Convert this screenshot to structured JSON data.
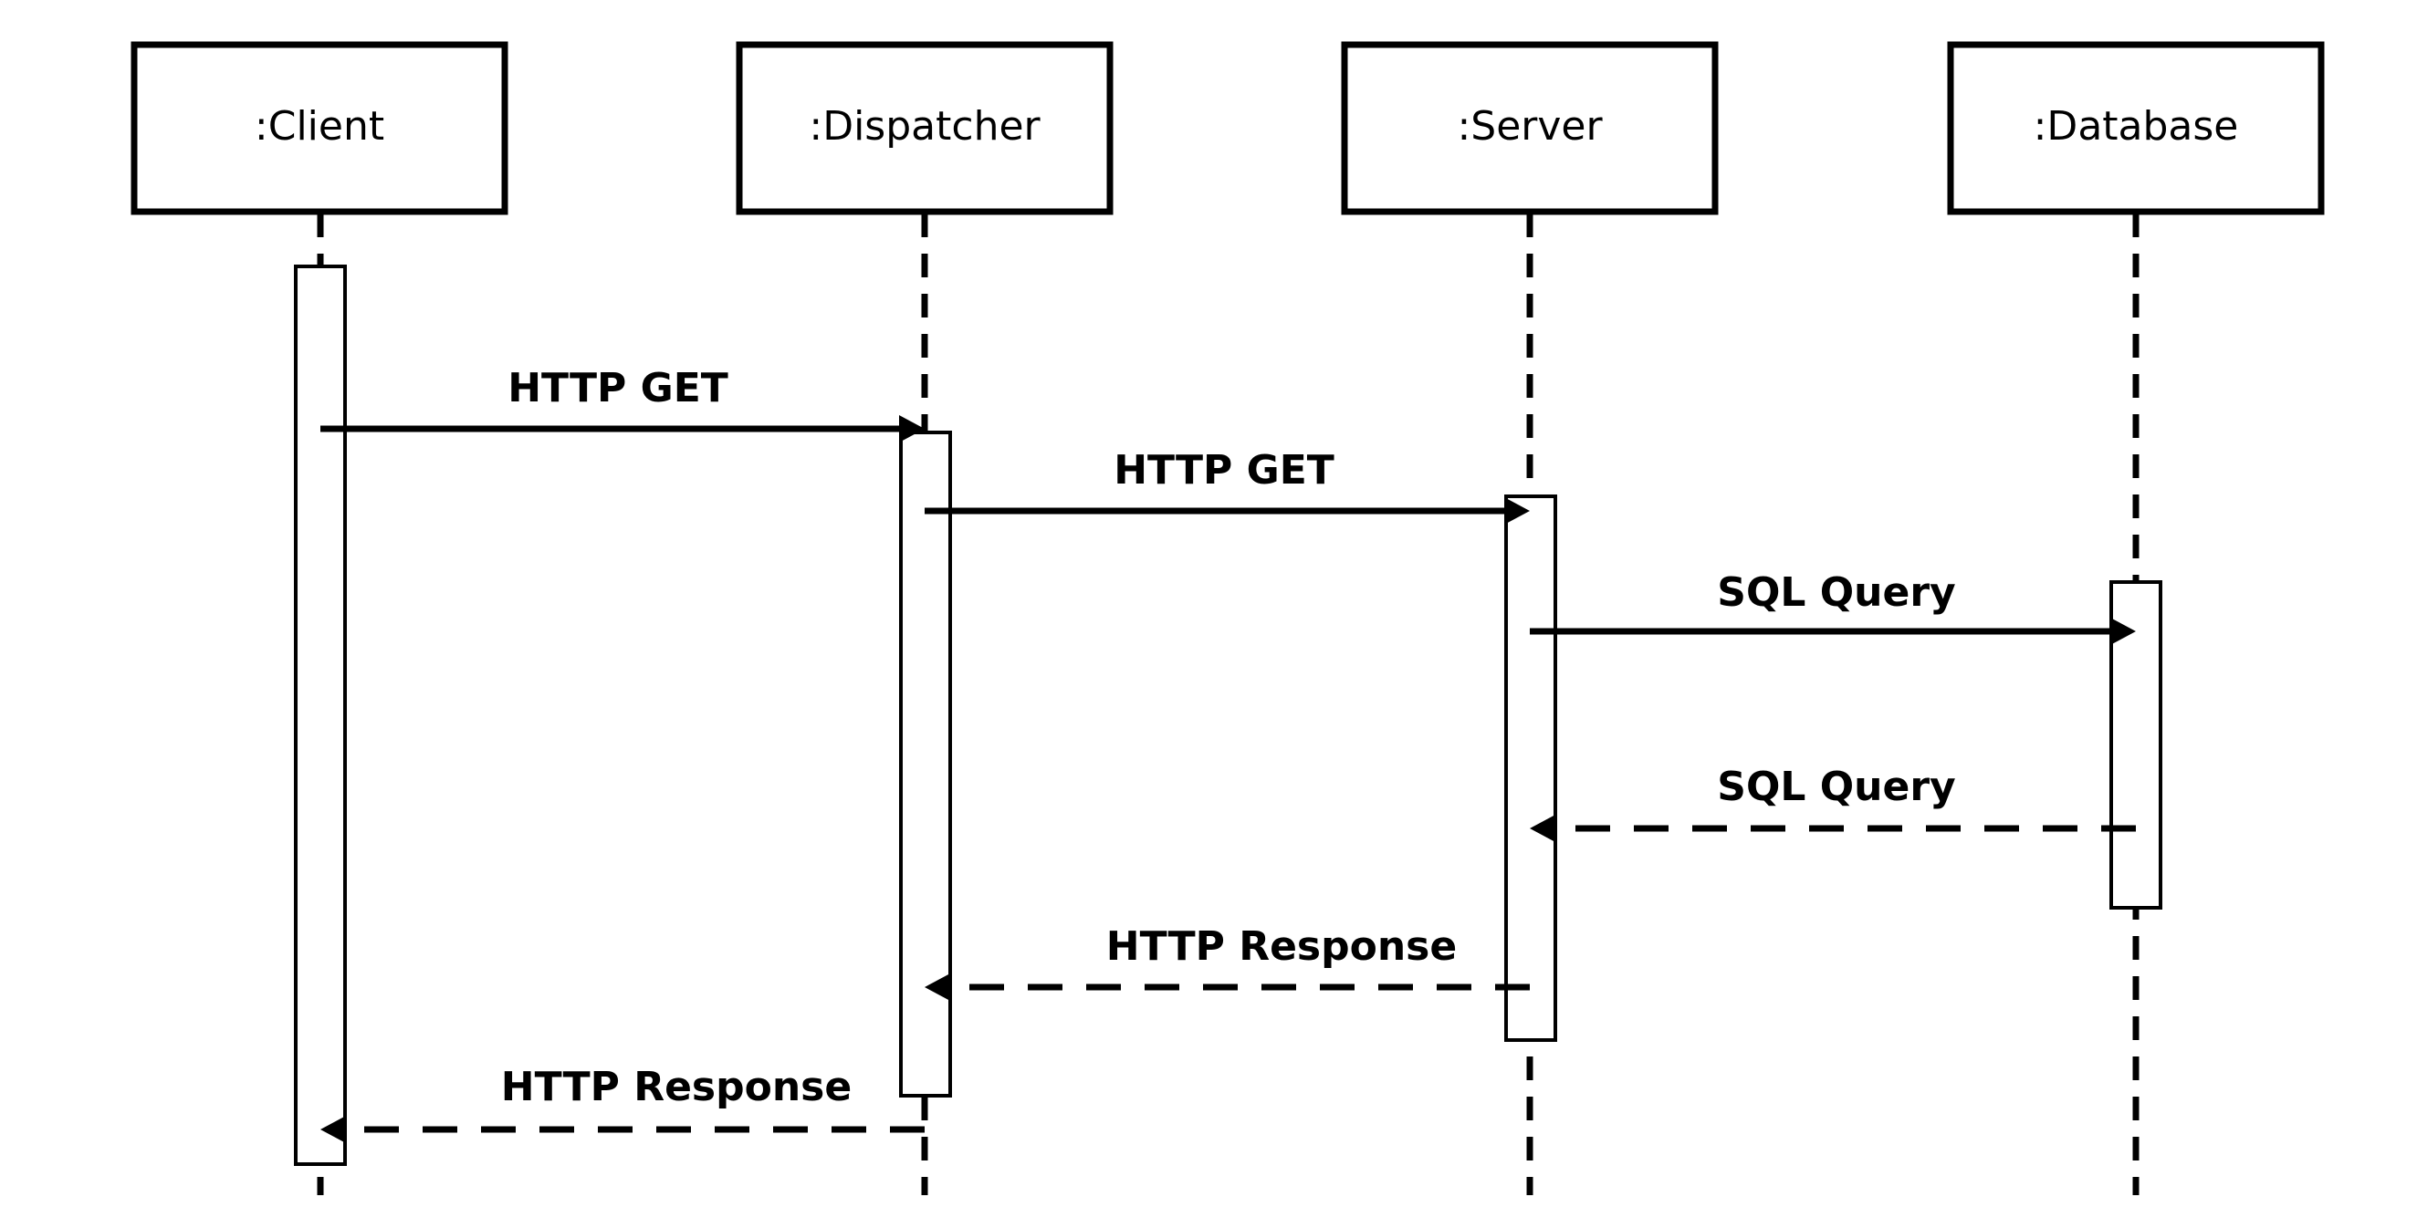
{
  "diagram": {
    "type": "sequence",
    "participants": [
      {
        "id": "client",
        "label": ":Client"
      },
      {
        "id": "dispatcher",
        "label": ":Dispatcher"
      },
      {
        "id": "server",
        "label": ":Server"
      },
      {
        "id": "database",
        "label": ":Database"
      }
    ],
    "messages": [
      {
        "from": "client",
        "to": "dispatcher",
        "label": "HTTP GET",
        "kind": "call"
      },
      {
        "from": "dispatcher",
        "to": "server",
        "label": "HTTP GET",
        "kind": "call"
      },
      {
        "from": "server",
        "to": "database",
        "label": "SQL Query",
        "kind": "call"
      },
      {
        "from": "database",
        "to": "server",
        "label": "SQL Query",
        "kind": "return"
      },
      {
        "from": "server",
        "to": "dispatcher",
        "label": "HTTP Response",
        "kind": "return"
      },
      {
        "from": "dispatcher",
        "to": "client",
        "label": "HTTP Response",
        "kind": "return"
      }
    ]
  }
}
